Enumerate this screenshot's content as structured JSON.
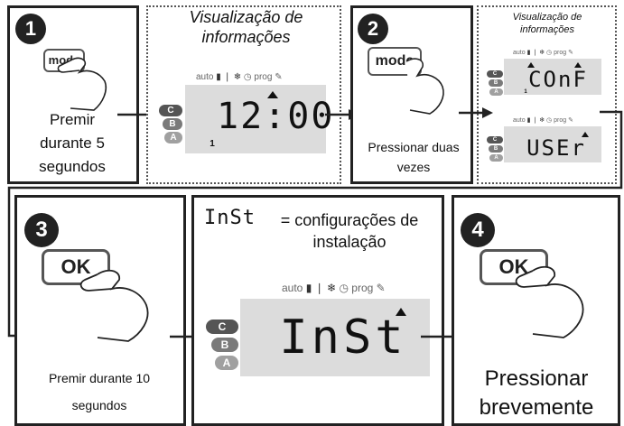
{
  "colors": {
    "pill_c": "#555555",
    "pill_b": "#7a7a7a",
    "pill_a": "#a0a0a0",
    "lcd": "#dcdcdc",
    "frame": "#222222"
  },
  "step1": {
    "number": "1",
    "button": "mode",
    "caption": "Premir durante 5 segundos",
    "display_header": "Visualização de informações",
    "lcd_value": "12:00",
    "lcd_small": "1"
  },
  "step2": {
    "number": "2",
    "button": "mode",
    "caption": "Pressionar duas vezes",
    "display_header": "Visualização de informações",
    "lcd_top": "COnF",
    "lcd_top_small": "1",
    "lcd_bottom": "USEr"
  },
  "step3": {
    "number": "3",
    "button": "OK",
    "caption": "Premir durante 10 segundos"
  },
  "center": {
    "symbol": "InSt",
    "header": "= configurações de instalação",
    "lcd_value": "InSt"
  },
  "step4": {
    "number": "4",
    "button": "OK",
    "caption": "Pressionar brevemente"
  },
  "icons": {
    "auto": "auto",
    "prog": "prog",
    "thermo": "thermometer-icon",
    "snow": "snowflake-icon",
    "clock": "clock-icon",
    "wrench": "wrench-icon"
  },
  "modes": [
    "C",
    "B",
    "A"
  ]
}
